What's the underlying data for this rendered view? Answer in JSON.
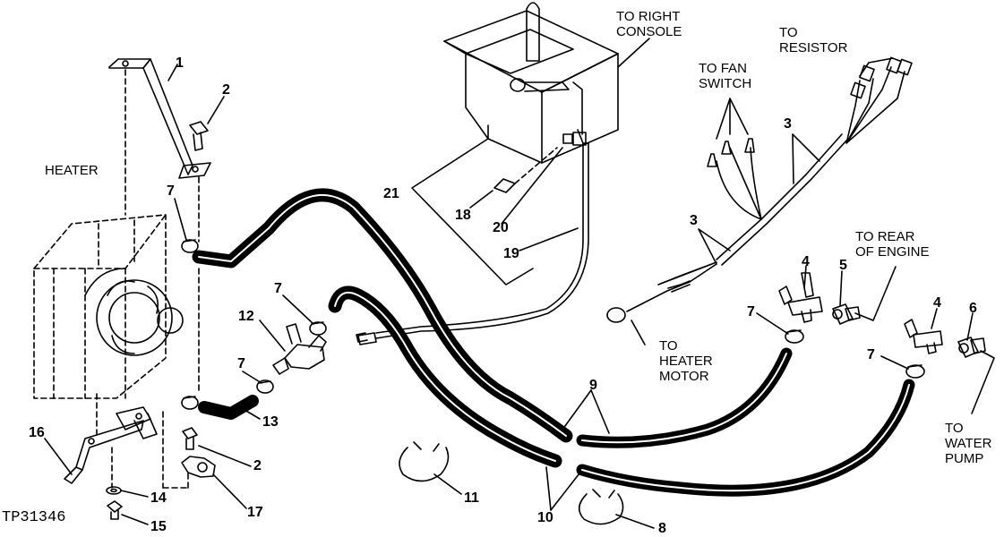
{
  "figure_id": "TP31346",
  "labels": {
    "heater": "HEATER",
    "to_right_console": "TO RIGHT\nCONSOLE",
    "to_resistor": "TO\nRESISTOR",
    "to_fan_switch": "TO FAN\nSWITCH",
    "to_rear_of_engine": "TO REAR\nOF ENGINE",
    "to_heater_motor": "TO\nHEATER\nMOTOR",
    "to_water_pump": "TO\nWATER\nPUMP"
  },
  "callouts": {
    "c1": "1",
    "c2a": "2",
    "c2b": "2",
    "c3a": "3",
    "c3b": "3",
    "c4a": "4",
    "c4b": "4",
    "c5": "5",
    "c6": "6",
    "c7a": "7",
    "c7b": "7",
    "c7c": "7",
    "c7d": "7",
    "c7e": "7",
    "c8": "8",
    "c9": "9",
    "c10": "10",
    "c11": "11",
    "c12": "12",
    "c13": "13",
    "c14": "14",
    "c15": "15",
    "c16": "16",
    "c17": "17",
    "c18": "18",
    "c19": "19",
    "c20": "20",
    "c21": "21"
  },
  "colors": {
    "ink": "#000000",
    "paper": "#ffffff"
  }
}
